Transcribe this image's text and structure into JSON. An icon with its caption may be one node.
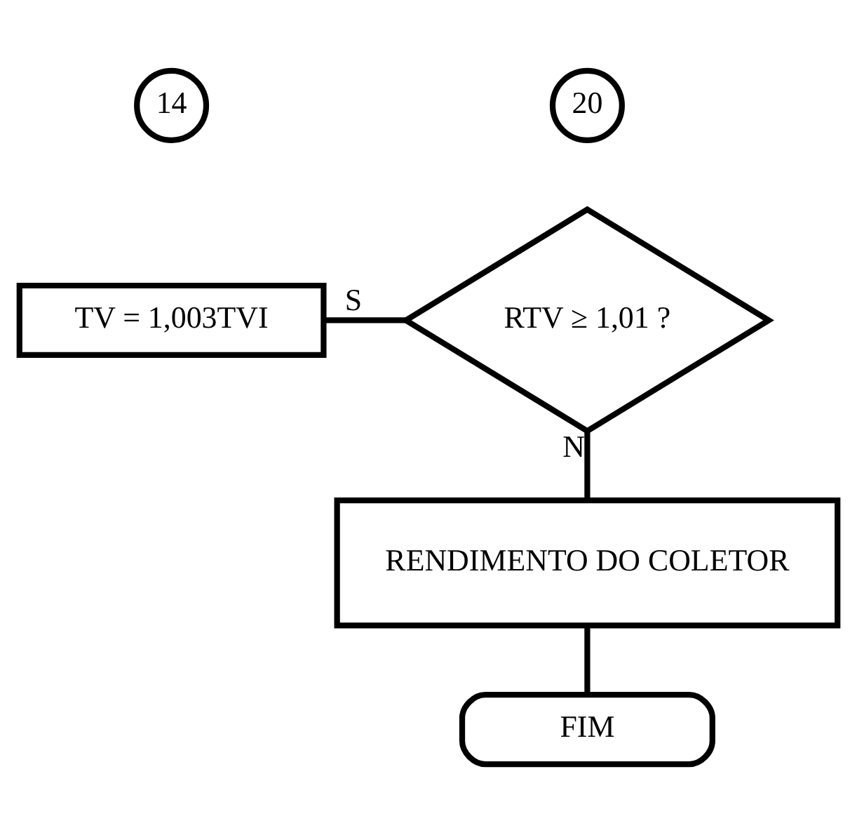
{
  "diagram": {
    "nodes": [
      {
        "text": [
          "14"
        ]
      },
      {
        "text": [
          "TV = 1,003TVI"
        ]
      },
      {
        "text": [
          "20"
        ]
      },
      {
        "text": [
          "RTV ≥ 1,01 ?"
        ]
      },
      {
        "text": [
          "RENDIMENTO DO COLETOR"
        ]
      },
      {
        "text": [
          "FIM"
        ]
      }
    ],
    "edges": [
      {
        "from": 3,
        "to": 1,
        "arrow": "none",
        "label": "S"
      },
      {
        "from": 3,
        "to": 4,
        "arrow": "none",
        "label": "N"
      },
      {
        "from": 4,
        "to": 5,
        "arrow": "none"
      }
    ]
  }
}
